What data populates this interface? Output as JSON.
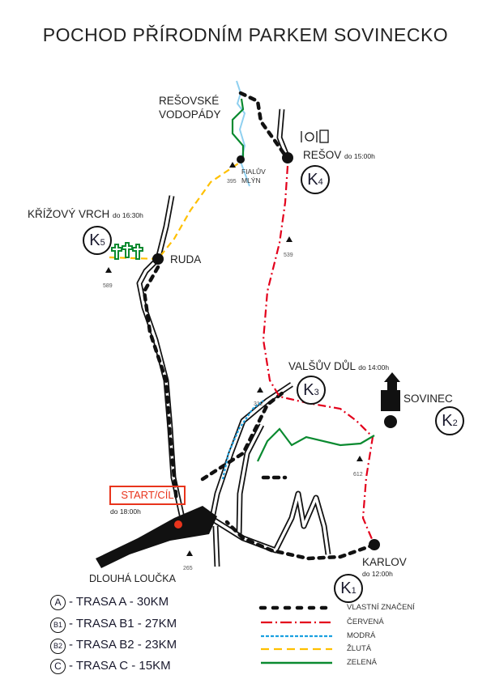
{
  "title": "POCHOD PŘÍRODNÍM PARKEM SOVINECKO",
  "places": {
    "vodopady": [
      "REŠOVSKÉ",
      "VODOPÁDY"
    ],
    "resov": "REŠOV",
    "resov_time": "do 15:00h",
    "fialuv": [
      "FIALŮV",
      "MLÝN"
    ],
    "krizovy": "KŘÍŽOVÝ VRCH",
    "krizovy_time": "do 16:30h",
    "ruda": "RUDA",
    "valsuv": "VALŠŮV DŮL",
    "valsuv_time": "do 14:00h",
    "sovinec": "SOVINEC",
    "karlov": "KARLOV",
    "karlov_time": "do 12:00h",
    "start": "START/CÍL",
    "start_time": "do 18:00h",
    "dlouha": "DLOUHÁ LOUČKA"
  },
  "checkpoints": [
    {
      "k": "K",
      "n": "1"
    },
    {
      "k": "K",
      "n": "2"
    },
    {
      "k": "K",
      "n": "3"
    },
    {
      "k": "K",
      "n": "4"
    },
    {
      "k": "K",
      "n": "5"
    }
  ],
  "elevations": [
    "395",
    "539",
    "589",
    "312",
    "612",
    "265"
  ],
  "route_legend": [
    {
      "mark": "A",
      "label": "- TRASA A  - 30KM"
    },
    {
      "mark": "B1",
      "label": "- TRASA B1 - 27KM"
    },
    {
      "mark": "B2",
      "label": "- TRASA B2 - 23KM"
    },
    {
      "mark": "C",
      "label": "-  TRASA C  - 15KM"
    }
  ],
  "line_legend": [
    {
      "label": "VLASTNÍ ZNAČENÍ",
      "color": "#111111"
    },
    {
      "label": "ČERVENÁ",
      "color": "#e3001b"
    },
    {
      "label": "MODRÁ",
      "color": "#1aa0e0"
    },
    {
      "label": "ŽLUTÁ",
      "color": "#ffc000"
    },
    {
      "label": "ZELENÁ",
      "color": "#0a8a30"
    }
  ]
}
